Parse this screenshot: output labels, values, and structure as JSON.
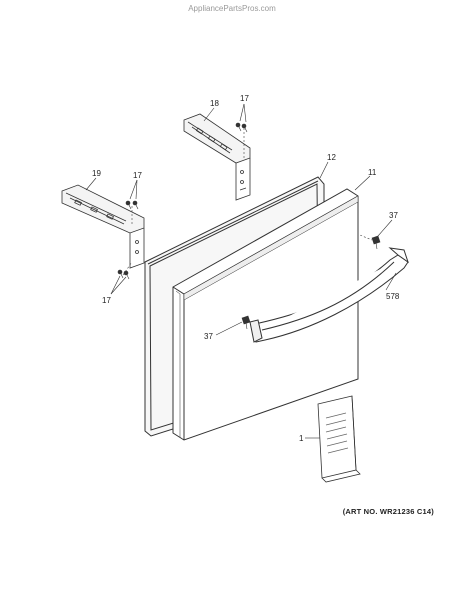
{
  "watermark": "AppliancePartsPros.com",
  "art_number": "(ART NO. WR21236 C14)",
  "callouts": {
    "c18": "18",
    "c17_top": "17",
    "c19": "19",
    "c17_mid": "17",
    "c17_low": "17",
    "c12": "12",
    "c11": "11",
    "c37_right": "37",
    "c578": "578",
    "c37_left": "37",
    "c1": "1"
  }
}
